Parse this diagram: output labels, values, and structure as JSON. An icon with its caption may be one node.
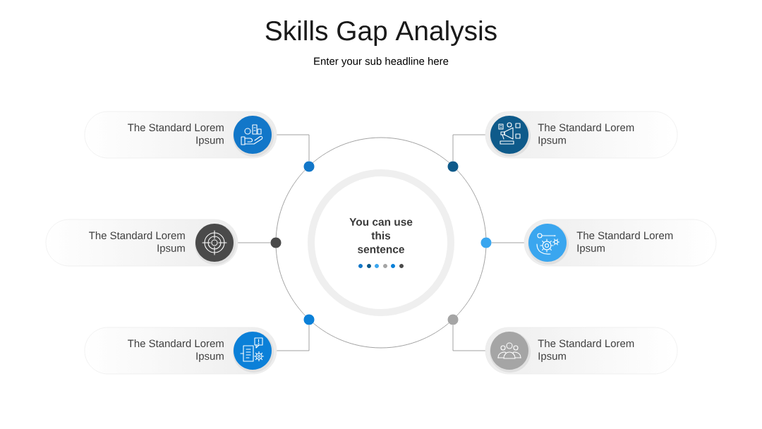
{
  "diagram": {
    "title": "Skills Gap Analysis",
    "nodes": [
      {
        "text": [
          "You can use this sentence"
        ]
      },
      {
        "text": [
          "The Standard Lorem Ipsum"
        ]
      },
      {
        "text": [
          "The Standard Lorem Ipsum"
        ]
      },
      {
        "text": [
          "The Standard Lorem Ipsum"
        ]
      },
      {
        "text": [
          "The Standard Lorem Ipsum"
        ]
      },
      {
        "text": [
          "The Standard Lorem Ipsum"
        ]
      },
      {
        "text": [
          "The Standard Lorem Ipsum"
        ]
      },
      {
        "text": [],
        "shape": "circle"
      },
      {
        "text": [],
        "shape": "circle"
      },
      {
        "text": [],
        "shape": "circle"
      },
      {
        "text": [],
        "shape": "circle"
      },
      {
        "text": [],
        "shape": "circle"
      },
      {
        "text": [],
        "shape": "circle"
      }
    ],
    "edges": [
      {
        "from": 1,
        "to": 7,
        "arrow": "none"
      },
      {
        "from": 2,
        "to": 8,
        "arrow": "none"
      },
      {
        "from": 3,
        "to": 9,
        "arrow": "none"
      },
      {
        "from": 4,
        "to": 10,
        "arrow": "none"
      },
      {
        "from": 5,
        "to": 11,
        "arrow": "none"
      },
      {
        "from": 6,
        "to": 12,
        "arrow": "none"
      }
    ],
    "labels": [
      "Enter your sub headline here"
    ]
  }
}
